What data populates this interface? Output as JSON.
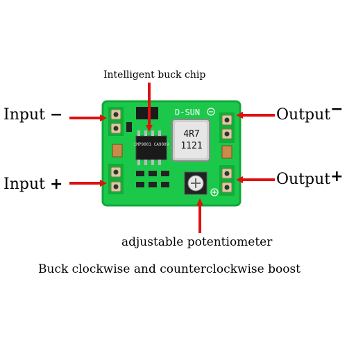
{
  "labels": {
    "chip": "Intelligent buck chip",
    "input_minus": "Input",
    "input_plus": "Input",
    "output_minus": "Output",
    "output_plus": "Output",
    "pot": "adjustable potentiometer",
    "bottom": "Buck clockwise and counterclockwise boost"
  },
  "signs": {
    "minus": "−",
    "plus": "+"
  },
  "board": {
    "brand": "D-SUN",
    "inductor_top": "4R7",
    "inductor_bottom": "1121",
    "chip_text": "CMP9001 CA9009"
  },
  "colors": {
    "board": "#1cc84a",
    "board_edge": "#12a83a",
    "arrow": "#e01010",
    "pad": "#d9c9a0",
    "chip": "#1a1a1a",
    "inductor": "#cfcfcf",
    "capacitor": "#c98a4a"
  },
  "icons": [
    "arrow-left-icon",
    "arrow-right-icon",
    "arrow-down-icon",
    "arrow-up-icon"
  ]
}
